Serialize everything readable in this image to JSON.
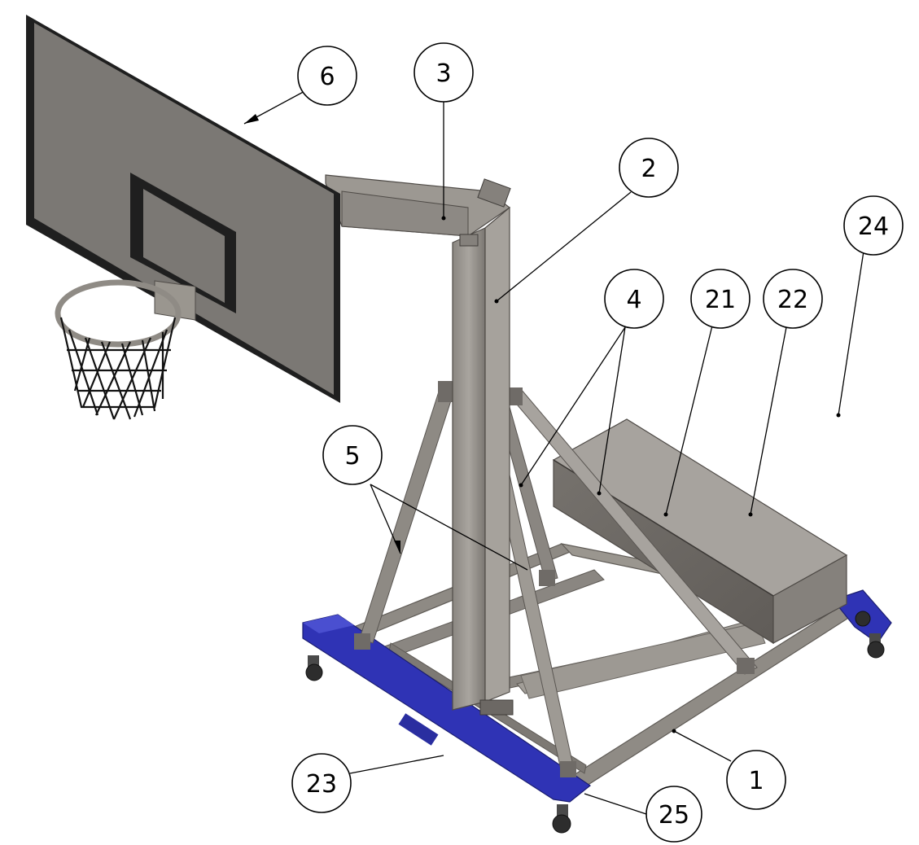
{
  "diagram": {
    "colors": {
      "frame": "#8e8a84",
      "frame_dark": "#5f5b56",
      "frame_light": "#c9c6c1",
      "blue": "#2f33b5",
      "board": "#7b7874",
      "board_border": "#1c1c1c",
      "box_front": "#6f6b67",
      "box_top": "#a7a39e"
    },
    "balloons": [
      {
        "id": "b6",
        "label": "6"
      },
      {
        "id": "b3",
        "label": "3"
      },
      {
        "id": "b2",
        "label": "2"
      },
      {
        "id": "b24",
        "label": "24"
      },
      {
        "id": "b4",
        "label": "4"
      },
      {
        "id": "b21",
        "label": "21"
      },
      {
        "id": "b22",
        "label": "22"
      },
      {
        "id": "b5",
        "label": "5"
      },
      {
        "id": "b23",
        "label": "23"
      },
      {
        "id": "b1",
        "label": "1"
      },
      {
        "id": "b25",
        "label": "25"
      }
    ]
  }
}
